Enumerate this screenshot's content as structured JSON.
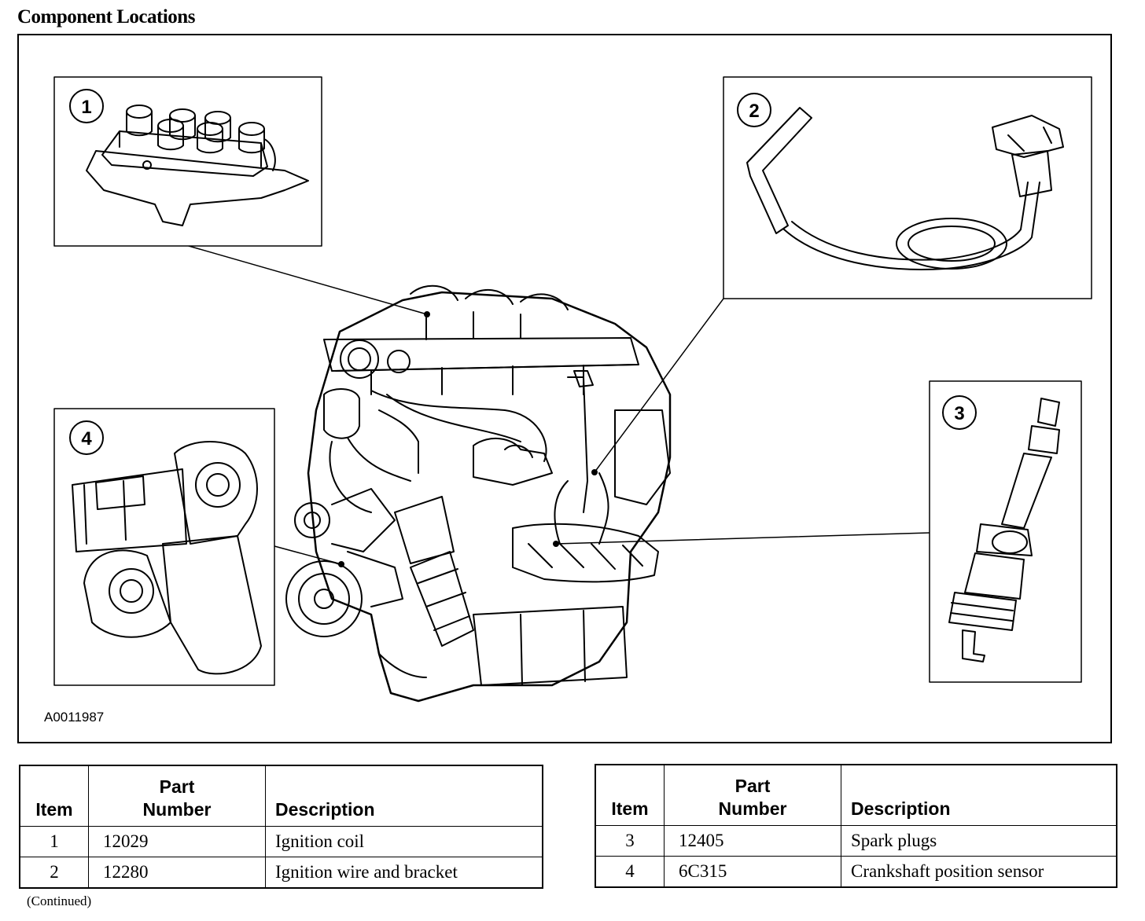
{
  "page": {
    "title": "Component Locations",
    "figure_id": "A0011987",
    "footnote": "(Continued)"
  },
  "callouts": [
    {
      "number": "1",
      "name": "ignition-coil"
    },
    {
      "number": "2",
      "name": "ignition-wire"
    },
    {
      "number": "3",
      "name": "spark-plug"
    },
    {
      "number": "4",
      "name": "crankshaft-position-sensor"
    }
  ],
  "table_headers": {
    "item": "Item",
    "part_number_line1": "Part",
    "part_number_line2": "Number",
    "description": "Description"
  },
  "parts_table_left": [
    {
      "item": "1",
      "part_number": "12029",
      "description": "Ignition coil"
    },
    {
      "item": "2",
      "part_number": "12280",
      "description": "Ignition wire and bracket"
    }
  ],
  "parts_table_right": [
    {
      "item": "3",
      "part_number": "12405",
      "description": "Spark plugs"
    },
    {
      "item": "4",
      "part_number": "6C315",
      "description": "Crankshaft position sensor"
    }
  ]
}
